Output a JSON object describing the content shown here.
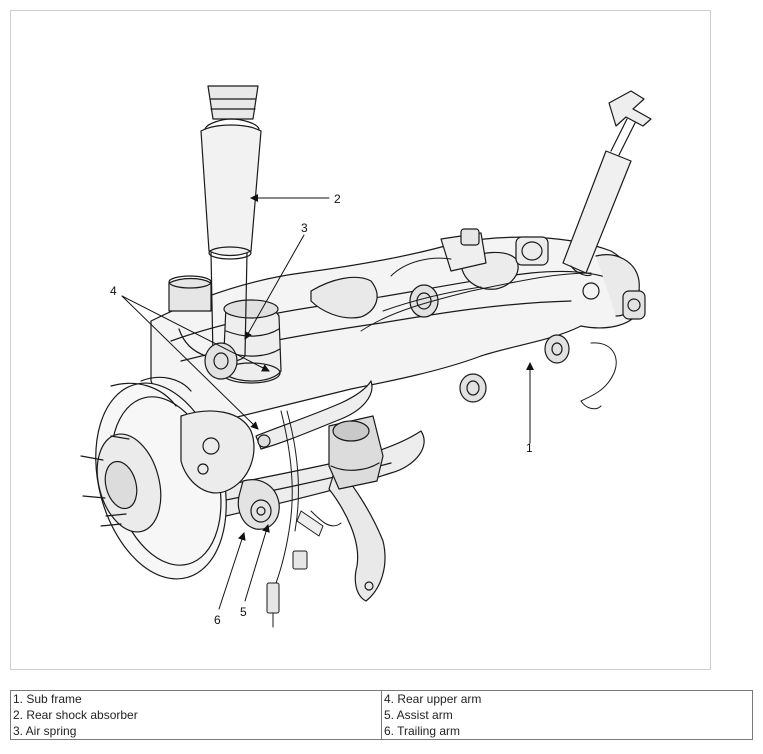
{
  "callouts": {
    "c1": "1",
    "c2": "2",
    "c3": "3",
    "c4": "4",
    "c5": "5",
    "c6": "6"
  },
  "legend": {
    "left": [
      "1. Sub frame",
      "2. Rear shock absorber",
      "3. Air spring"
    ],
    "right": [
      "4. Rear upper arm",
      "5. Assist arm",
      "6. Trailing arm"
    ]
  }
}
